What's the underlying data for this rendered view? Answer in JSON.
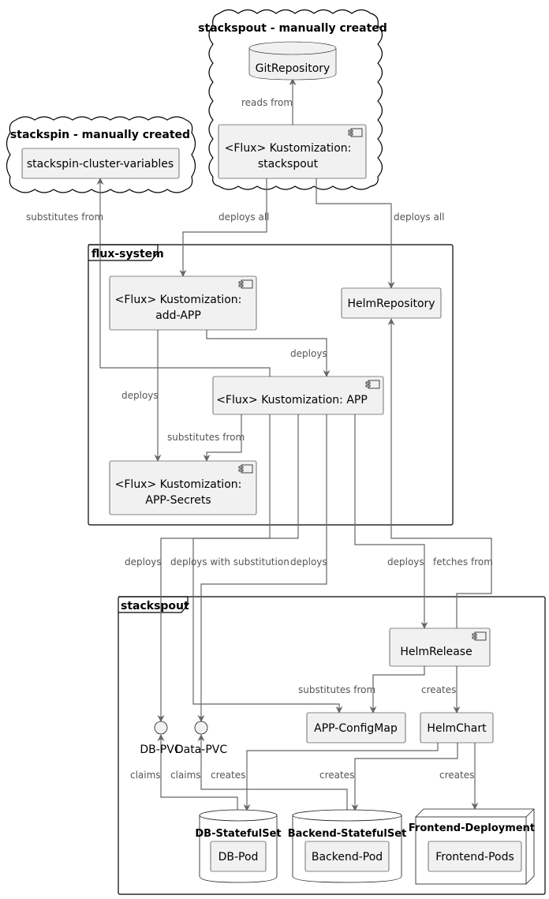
{
  "groups": {
    "stackspout_cloud": "stackspout - manually created",
    "stackspin_cloud": "stackspin - manually created",
    "flux_system": "flux-system",
    "stackspout_ns": "stackspout"
  },
  "nodes": {
    "git_repository": "GitRepository",
    "kust_stackspout_l1": "<Flux> Kustomization:",
    "kust_stackspout_l2": "stackspout",
    "cluster_variables": "stackspin-cluster-variables",
    "kust_add_app_l1": "<Flux> Kustomization:",
    "kust_add_app_l2": "add-APP",
    "helm_repository": "HelmRepository",
    "kust_app": "<Flux> Kustomization: APP",
    "kust_secrets_l1": "<Flux> Kustomization:",
    "kust_secrets_l2": "APP-Secrets",
    "helm_release": "HelmRelease",
    "app_configmap": "APP-ConfigMap",
    "helm_chart": "HelmChart",
    "db_pvc": "DB-PVC",
    "data_pvc": "Data-PVC",
    "db_statefulset": "DB-StatefulSet",
    "db_pod": "DB-Pod",
    "backend_statefulset": "Backend-StatefulSet",
    "backend_pod": "Backend-Pod",
    "frontend_deployment": "Frontend-Deployment",
    "frontend_pods": "Frontend-Pods"
  },
  "edges": {
    "reads_from": "reads from",
    "substitutes_from_vars": "substitutes from",
    "deploys_all_1": "deploys all",
    "deploys_all_2": "deploys all",
    "deploys_app": "deploys",
    "deploys_secrets": "deploys",
    "substitutes_from_secrets": "substitutes from",
    "deploys_db_pvc": "deploys",
    "deploys_with_substitution": "deploys with substitution",
    "deploys_data_pvc": "deploys",
    "deploys_helm_release": "deploys",
    "fetches_from": "fetches from",
    "substitutes_from_configmap": "substitutes from",
    "creates_chart": "creates",
    "claims_db": "claims",
    "claims_data": "claims",
    "creates_db": "creates",
    "creates_backend": "creates",
    "creates_frontend": "creates"
  }
}
